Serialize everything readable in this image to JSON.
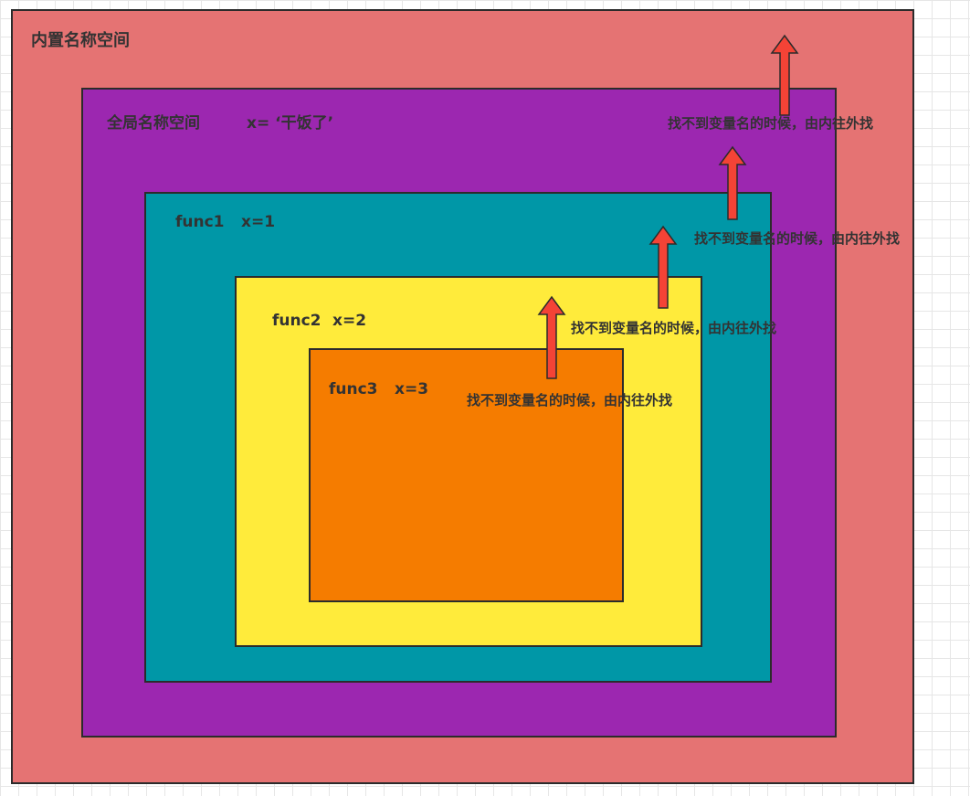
{
  "colors": {
    "builtin": "#e57373",
    "global": "#9c27b0",
    "func1": "#0097a7",
    "func2": "#ffeb3b",
    "func3": "#f57c00",
    "arrow": "#f44336",
    "border": "#2b2b2b",
    "text": "#333333"
  },
  "scopes": {
    "builtin": {
      "label": "内置名称空间"
    },
    "global": {
      "label": "全局名称空间",
      "binding": "x= ‘干饭了’"
    },
    "func1": {
      "label": "func1",
      "binding": "x=1"
    },
    "func2": {
      "label": "func2",
      "binding": "x=2"
    },
    "func3": {
      "label": "func3",
      "binding": "x=3"
    }
  },
  "lookup_notes": [
    "找不到变量名的时候，由内往外找",
    "找不到变量名的时候，由内往外找",
    "找不到变量名的时候，由内往外找",
    "找不到变量名的时候，由内往外找"
  ]
}
